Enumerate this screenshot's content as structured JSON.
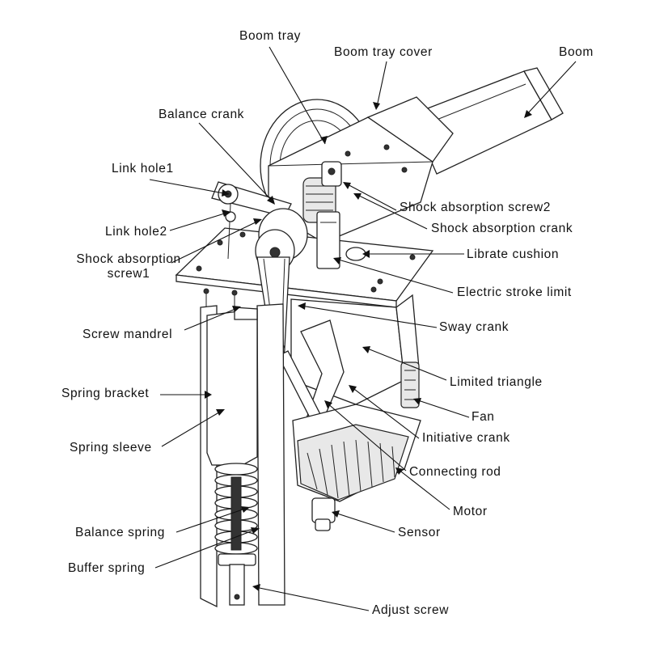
{
  "labels": {
    "boom_tray": "Boom tray",
    "boom_tray_cover": "Boom tray cover",
    "boom": "Boom",
    "balance_crank": "Balance crank",
    "link_hole1": "Link hole1",
    "link_hole2": "Link hole2",
    "shock_absorption_screw1_line1": "Shock absorption",
    "shock_absorption_screw1_line2": "screw1",
    "shock_absorption_screw2": "Shock absorption screw2",
    "shock_absorption_crank": "Shock absorption crank",
    "librate_cushion": "Librate cushion",
    "electric_stroke_limit": "Electric stroke limit",
    "screw_mandrel": "Screw mandrel",
    "sway_crank": "Sway crank",
    "spring_bracket": "Spring bracket",
    "limited_triangle": "Limited triangle",
    "fan": "Fan",
    "spring_sleeve": "Spring sleeve",
    "initiative_crank": "Initiative crank",
    "connecting_rod": "Connecting rod",
    "motor": "Motor",
    "balance_spring": "Balance spring",
    "sensor": "Sensor",
    "buffer_spring": "Buffer spring",
    "adjust_screw": "Adjust screw"
  }
}
